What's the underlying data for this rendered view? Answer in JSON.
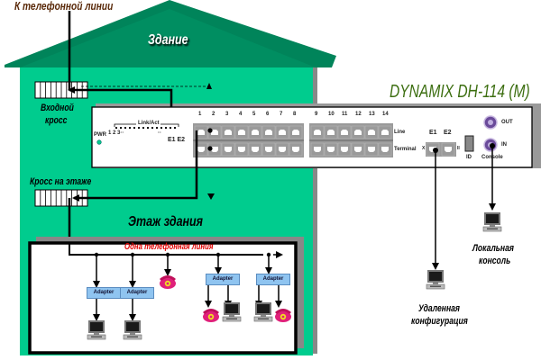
{
  "labels": {
    "phone_line": "К телефонной линии",
    "building": "Здание",
    "entry_cross_line1": "Входной",
    "entry_cross_line2": "кросс",
    "floor_cross": "Кросс на этаже",
    "building_floor": "Этаж здания",
    "single_phone_line": "Одна телефонная линия",
    "device_title": "DYNAMIX DH-114 (M)",
    "remote_config_line1": "Удаленная",
    "remote_config_line2": "конфигурация",
    "local_console_line1": "Локальная",
    "local_console_line2": "консоль"
  },
  "panel": {
    "pwr": "PWR",
    "link_act": "Link/Act",
    "led_nums": "1 2 3··",
    "led_dots": "··",
    "led_e1e2": "E1 E2",
    "ports_top_group1": [
      "1",
      "2",
      "3",
      "4",
      "5",
      "6",
      "7",
      "8"
    ],
    "ports_top_group2": [
      "9",
      "10",
      "11",
      "12",
      "13",
      "14"
    ],
    "line_label": "Line",
    "terminal_label": "Terminal",
    "e1": "E1",
    "e2": "E2",
    "x_mark": "X",
    "ii_mark": "II",
    "id_label": "ID",
    "out_label": "OUT",
    "in_label": "IN",
    "console_label": "Console"
  },
  "floor_devices": {
    "adapters": [
      "Adapter",
      "Adapter",
      "Adapter",
      "Adapter"
    ]
  },
  "colors": {
    "building_green": "#00cc8e",
    "roof_green": "#00845a",
    "title_green": "#3c6e10",
    "phone_line_brown": "#5a2a0a",
    "red_text": "#e00000",
    "adapter_blue": "#8fc4f0",
    "phone_pink": "#e0207a"
  }
}
